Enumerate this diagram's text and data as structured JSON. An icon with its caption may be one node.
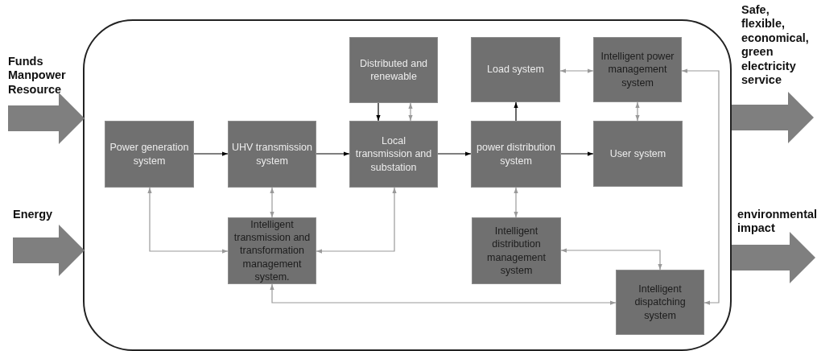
{
  "diagram": {
    "nodes": [
      {
        "text": [
          "Funds Manpower Resource"
        ]
      },
      {
        "text": [
          "Energy"
        ]
      },
      {
        "text": [],
        "shape": "box"
      },
      {
        "text": [
          "Power generation system"
        ],
        "in": 2
      },
      {
        "text": [
          "UHV transmission system"
        ],
        "in": 2
      },
      {
        "text": [
          "Distributed and renewable"
        ],
        "in": 2
      },
      {
        "text": [
          "Local transmission and substation"
        ],
        "in": 2
      },
      {
        "text": [
          "Load system"
        ],
        "in": 2
      },
      {
        "text": [
          "power distribution system"
        ],
        "in": 2
      },
      {
        "text": [
          "Intelligent power management system"
        ],
        "in": 2
      },
      {
        "text": [
          "User system"
        ],
        "in": 2
      },
      {
        "text": [
          "Intelligent transmission and transformation management system."
        ],
        "in": 2
      },
      {
        "text": [
          "Intelligent distribution management system"
        ],
        "in": 2
      },
      {
        "text": [
          "Intelligent dispatching system"
        ],
        "in": 2
      },
      {
        "text": [
          "Safe, flexible, economical, green electricity service"
        ]
      },
      {
        "text": [
          "environmental impact"
        ]
      }
    ],
    "edges": [
      {
        "from": 0,
        "to": 2,
        "arrow": "to",
        "style": "thick",
        "color": "#7f7f7f"
      },
      {
        "from": 1,
        "to": 2,
        "arrow": "to",
        "style": "thick",
        "color": "#7f7f7f"
      },
      {
        "from": 3,
        "to": 4,
        "arrow": "to",
        "color": "#000000"
      },
      {
        "from": 4,
        "to": 6,
        "arrow": "to",
        "color": "#000000"
      },
      {
        "from": 5,
        "to": 6,
        "arrow": "to",
        "color": "#000000"
      },
      {
        "from": 5,
        "to": 6,
        "arrow": "both"
      },
      {
        "from": 6,
        "to": 8,
        "arrow": "to",
        "color": "#000000"
      },
      {
        "from": 8,
        "to": 7,
        "arrow": "to",
        "color": "#000000"
      },
      {
        "from": 8,
        "to": 10,
        "arrow": "to",
        "color": "#000000"
      },
      {
        "from": 7,
        "to": 9,
        "arrow": "both"
      },
      {
        "from": 9,
        "to": 10,
        "arrow": "both"
      },
      {
        "from": 4,
        "to": 11,
        "arrow": "both"
      },
      {
        "from": 3,
        "to": 11,
        "arrow": "both"
      },
      {
        "from": 6,
        "to": 11,
        "arrow": "both"
      },
      {
        "from": 8,
        "to": 12,
        "arrow": "both"
      },
      {
        "from": 12,
        "to": 13,
        "arrow": "both"
      },
      {
        "from": 11,
        "to": 13,
        "arrow": "both"
      },
      {
        "from": 9,
        "to": 13,
        "arrow": "both"
      },
      {
        "from": 2,
        "to": 14,
        "arrow": "to",
        "style": "thick",
        "color": "#7f7f7f"
      },
      {
        "from": 2,
        "to": 15,
        "arrow": "to",
        "style": "thick",
        "color": "#7f7f7f"
      }
    ]
  }
}
